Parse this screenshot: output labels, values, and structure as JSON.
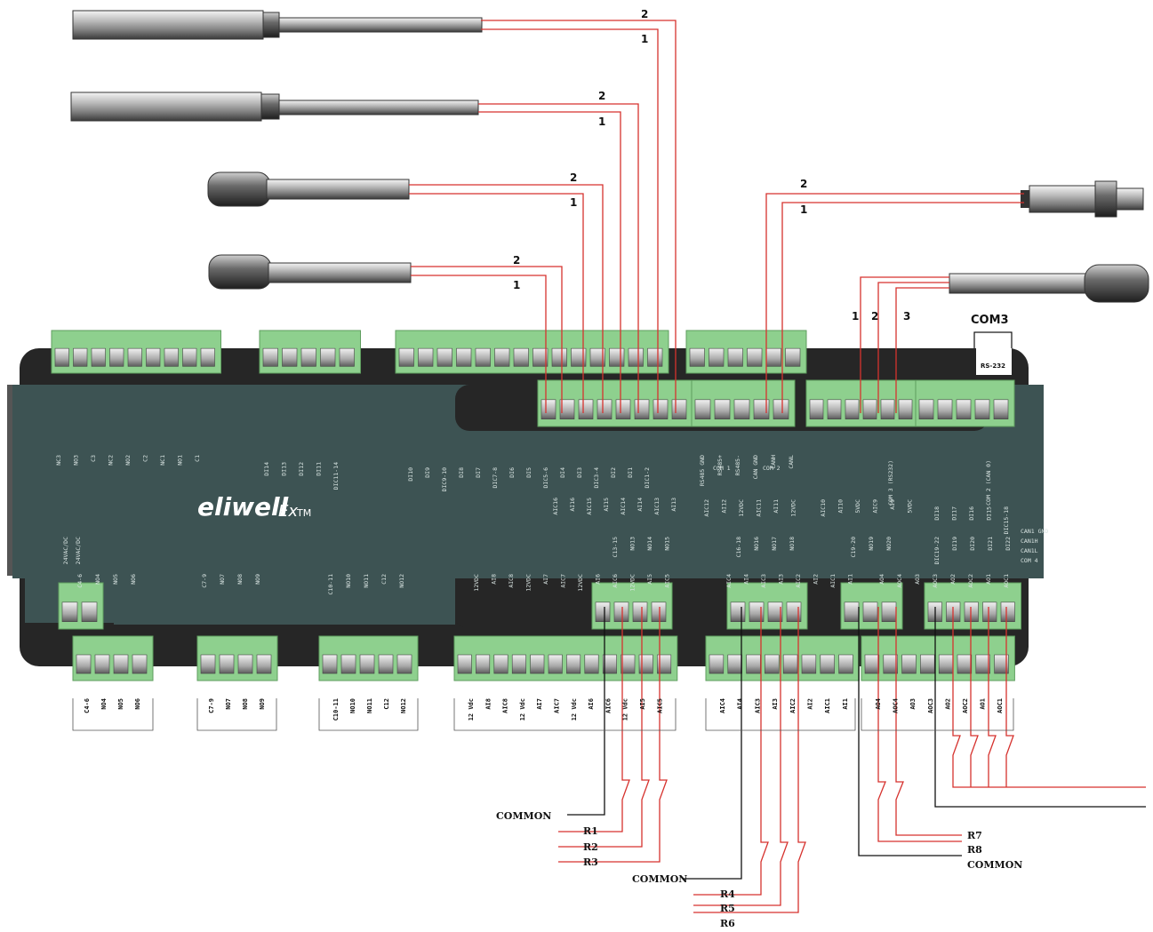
{
  "title": "Eliwell EXTM wiring diagram",
  "brand": {
    "logo": "eliwell",
    "model": "Ex",
    "model_sub": "TM"
  },
  "com3": {
    "label": "COM3",
    "port_label": "RS-232"
  },
  "probe_wire_labels": {
    "wire_a": "2",
    "wire_b": "1"
  },
  "right_probe_labels": [
    "1",
    "2",
    "3"
  ],
  "top_connector_labels": {
    "group1": [
      "NC3",
      "NO3",
      "C3",
      "NC2",
      "NO2",
      "C2",
      "NC1",
      "NO1",
      "C1"
    ],
    "group2": [
      "DI14",
      "DI13",
      "DI12",
      "DI11",
      "DIC11-14"
    ],
    "group3": [
      "DI10",
      "DI9",
      "DIC9-10",
      "DI8",
      "DI7",
      "DIC7-8",
      "DI6",
      "DI5",
      "DIC5-6",
      "DI4",
      "DI3",
      "DIC3-4",
      "DI2",
      "DI1",
      "DIC1-2"
    ],
    "group3_row2": [
      "AIC16",
      "AI16",
      "AIC15",
      "AI15",
      "AIC14",
      "AI14",
      "AIC13",
      "AI13"
    ],
    "group4": [
      "RS485 GND",
      "RS485+",
      "RS485-",
      "CAN GND",
      "CANH",
      "CANL"
    ],
    "group4_sub": [
      "COM 1",
      "COM 2"
    ],
    "group4_row2": [
      "AIC12",
      "AI12",
      "12VDC",
      "AIC11",
      "AI11",
      "12VDC"
    ],
    "group5": [
      "COM 3 (RS232)"
    ],
    "group5_row2": [
      "AIC10",
      "AI10",
      "5VDC",
      "AIC9",
      "AI9",
      "5VDC"
    ],
    "group6": [
      "COM 2 (CAN 0)"
    ],
    "group6_row2": [
      "DI18",
      "DI17",
      "DI16",
      "DI15",
      "DIC15-18"
    ]
  },
  "mid_labels": {
    "left": [
      "24VAC/DC",
      "24VAC/DC"
    ],
    "no13": [
      "C13-15",
      "NO13",
      "NO14",
      "NO15"
    ],
    "no16": [
      "C16-18",
      "NO16",
      "NO17",
      "NO18"
    ],
    "no19": [
      "C19-20",
      "NO19",
      "NO20"
    ],
    "di19": [
      "DIC19-22",
      "DI19",
      "DI20",
      "DI21",
      "DI22"
    ],
    "can": [
      "CAN1 GND",
      "CAN1H",
      "CAN1L",
      "COM 4"
    ]
  },
  "lower_board_labels": {
    "g1": [
      "C4-6",
      "NO4",
      "NO5",
      "NO6"
    ],
    "g2": [
      "C7-9",
      "NO7",
      "NO8",
      "NO9"
    ],
    "g3": [
      "C10-11",
      "NO10",
      "NO11",
      "C12",
      "NO12"
    ],
    "g4": [
      "12VDC",
      "AI8",
      "AIC8",
      "12VDC",
      "AI7",
      "AIC7",
      "12VDC",
      "AI6",
      "AIC6",
      "12VDC",
      "AI5",
      "AIC5"
    ],
    "g5": [
      "AIC4",
      "AI4",
      "AIC3",
      "AI3",
      "AIC2",
      "AI2",
      "AIC1",
      "AI1"
    ],
    "g6": [
      "AO4",
      "AOC4",
      "AO3",
      "AOC3",
      "AO2",
      "AOC2",
      "AO1",
      "AOC1"
    ]
  },
  "bottom_labels": {
    "g1": [
      "C4-6",
      "NO4",
      "NO5",
      "NO6"
    ],
    "g2": [
      "C7-9",
      "NO7",
      "NO8",
      "NO9"
    ],
    "g3": [
      "C10-11",
      "NO10",
      "NO11",
      "C12",
      "NO12"
    ],
    "g4": [
      "12 Vdc",
      "AI8",
      "AIC8",
      "12 Vdc",
      "AI7",
      "AIC7",
      "12 Vdc",
      "AI6",
      "AIC6",
      "12 Vdc",
      "AI5",
      "AIC5"
    ],
    "g5": [
      "AIC4",
      "AI4",
      "AIC3",
      "AI3",
      "AIC2",
      "AI2",
      "AIC1",
      "AI1"
    ],
    "g6": [
      "AO4",
      "AOC4",
      "AO3",
      "AOC3",
      "AO2",
      "AOC2",
      "AO1",
      "AOC1"
    ]
  },
  "wire_labels": {
    "common_left": "COMMON",
    "r1": "R1",
    "r2": "R2",
    "r3": "R3",
    "common_mid": "COMMON",
    "r4": "R4",
    "r5": "R5",
    "r6": "R6",
    "r7": "R7",
    "r8": "R8",
    "common_right": "COMMON"
  },
  "colors": {
    "board": "#3d5353",
    "board_dark": "#262626",
    "connector": "#8ed08e",
    "wire_red": "#d6322e",
    "wire_black": "#111111"
  }
}
